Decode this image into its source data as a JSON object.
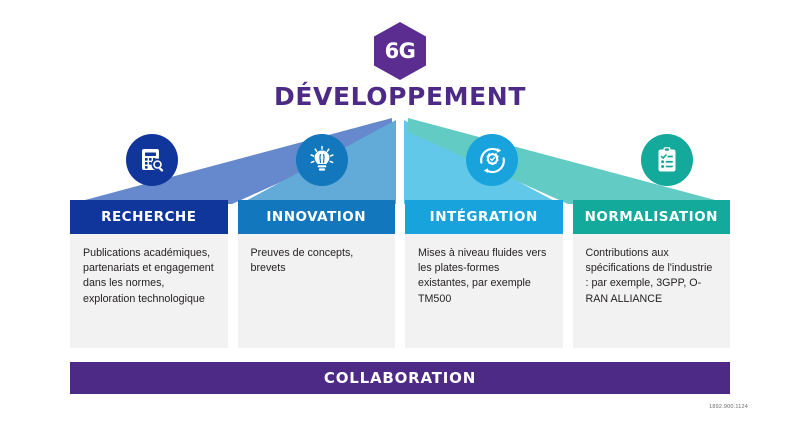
{
  "logo": {
    "label": "6G",
    "color": "#5b2d90"
  },
  "title": "DÉVELOPPEMENT",
  "title_color": "#4c2a86",
  "columns": [
    {
      "header": "RECHERCHE",
      "body": "Publications académiques, partenariats et engagement dans les normes, exploration technologique",
      "color": "#10369b",
      "roof_color": "#6688cc",
      "icon": "document-search-icon"
    },
    {
      "header": "INNOVATION",
      "body": "Preuves de concepts, brevets",
      "color": "#1277bc",
      "roof_color": "#62abd8",
      "icon": "lightbulb-icon"
    },
    {
      "header": "INTÉGRATION",
      "body": "Mises à niveau fluides vers les plates-formes existantes, par exemple TM500",
      "color": "#18a3dc",
      "roof_color": "#62c8ea",
      "icon": "gear-sync-icon"
    },
    {
      "header": "NORMALISATION",
      "body": "Contributions aux spécifications de l'industrie : par exemple, 3GPP, O-RAN ALLIANCE",
      "color": "#13aa9b",
      "roof_color": "#62cbc4",
      "icon": "clipboard-checklist-icon"
    }
  ],
  "footer_bar": {
    "label": "COLLABORATION",
    "color": "#4c2a86"
  },
  "footer_code": "1892.900.1124"
}
